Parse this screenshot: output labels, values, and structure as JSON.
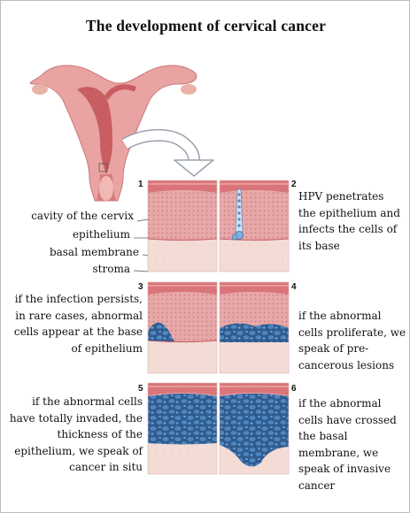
{
  "title": "The development of cervical cancer",
  "panels": [
    {
      "number": "1"
    },
    {
      "number": "2",
      "caption": [
        "HPV penetrates",
        "the epithelium and",
        "infects the cells of",
        "its base"
      ]
    },
    {
      "number": "3",
      "caption": [
        "if the infection persists,",
        "in rare cases, abnormal",
        "cells appear at the base",
        "of epithelium"
      ]
    },
    {
      "number": "4",
      "caption": [
        "if the abnormal",
        "cells proliferate, we",
        "speak of pre-",
        "cancerous lesions"
      ]
    },
    {
      "number": "5",
      "caption": [
        "if the abnormal cells",
        "have totally invaded, the",
        "thickness of the",
        "epithelium, we speak of",
        "cancer in situ"
      ]
    },
    {
      "number": "6",
      "caption": [
        "if the abnormal",
        "cells have crossed",
        "the basal",
        "membrane, we",
        "speak of invasive",
        "cancer"
      ]
    }
  ],
  "layer_labels": {
    "cavity": "cavity of the cervix",
    "epithelium": "epithelium",
    "basal_membrane": "basal membrane",
    "stroma": "stroma"
  },
  "colors": {
    "background": "#ffffff",
    "uterus": "#e79a9a",
    "uterus_inner": "#cd5f62",
    "cavity_band": "#d9747a",
    "epithelium": "#e8a8a8",
    "stroma": "#f4dcd6",
    "abnormal_cells": "#3d6fa6",
    "leader_line": "#7a7a7a"
  }
}
